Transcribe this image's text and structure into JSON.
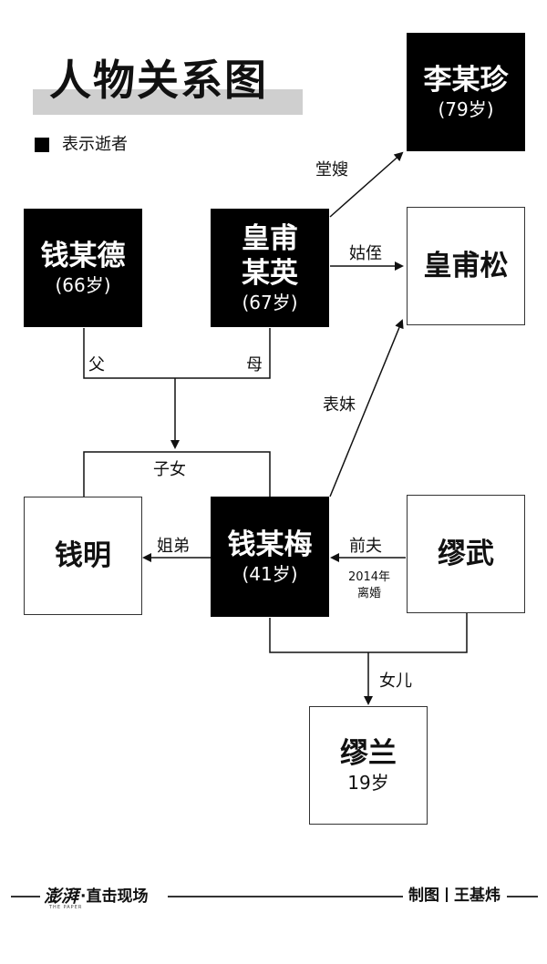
{
  "title": "人物关系图",
  "legend": {
    "text": "表示逝者"
  },
  "nodes": {
    "li_mouzhen": {
      "name": "李某珍",
      "age": "(79岁)"
    },
    "qian_moude": {
      "name": "钱某德",
      "age": "(66岁)"
    },
    "huangfu_mouying": {
      "name_line1": "皇甫",
      "name_line2": "某英",
      "age": "(67岁)"
    },
    "huangfu_song": {
      "name": "皇甫松"
    },
    "qian_ming": {
      "name": "钱明"
    },
    "qian_moumei": {
      "name": "钱某梅",
      "age": "(41岁)"
    },
    "miao_wu": {
      "name": "缪武"
    },
    "miao_lan": {
      "name": "缪兰",
      "age": "19岁"
    }
  },
  "relations": {
    "tangsao": "堂嫂",
    "guzhi": "姑侄",
    "father": "父",
    "mother": "母",
    "biaomei": "表妹",
    "zinv": "子女",
    "jiedi": "姐弟",
    "qianfu": "前夫",
    "divorce_year": "2014年",
    "divorce": "离婚",
    "nver": "女儿"
  },
  "footer": {
    "logo_badge": "澎湃",
    "logo_text": "·直击现场",
    "logo_sub": "THE PAPER",
    "credit_label": "制图",
    "credit_name": "王基炜"
  }
}
